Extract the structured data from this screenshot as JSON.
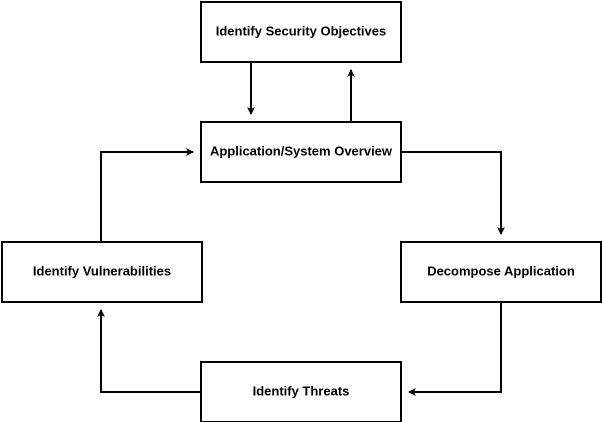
{
  "diagram": {
    "nodes": {
      "objectives": {
        "label": "Identify Security Objectives"
      },
      "overview": {
        "label": "Application/System Overview"
      },
      "decompose": {
        "label": "Decompose Application"
      },
      "threats": {
        "label": "Identify Threats"
      },
      "vulnerabilities": {
        "label": "Identify Vulnerabilities"
      }
    },
    "edges": [
      {
        "from": "objectives",
        "to": "overview"
      },
      {
        "from": "overview",
        "to": "objectives"
      },
      {
        "from": "overview",
        "to": "decompose"
      },
      {
        "from": "decompose",
        "to": "threats"
      },
      {
        "from": "threats",
        "to": "vulnerabilities"
      },
      {
        "from": "vulnerabilities",
        "to": "overview"
      }
    ],
    "colors": {
      "stroke": "#000000",
      "fill": "#ffffff",
      "text": "#000000"
    }
  }
}
